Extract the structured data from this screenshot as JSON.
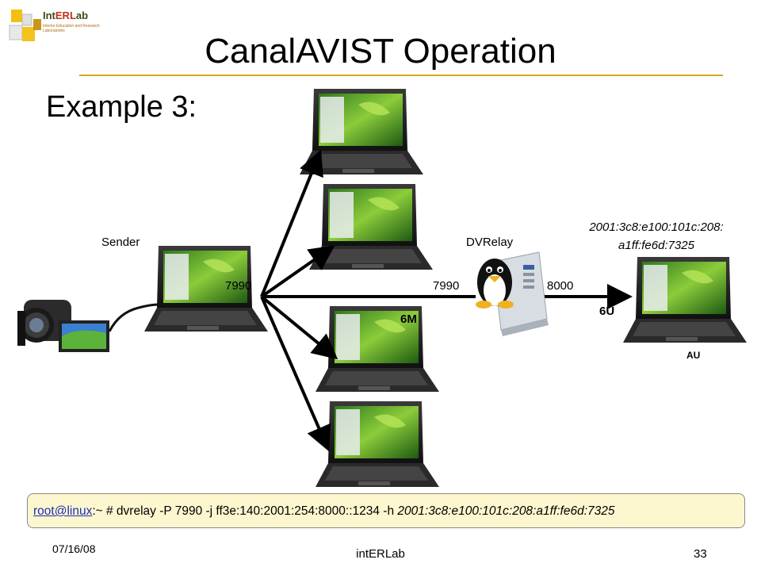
{
  "logo": {
    "brand_a": "Int",
    "brand_b": "ERL",
    "brand_c": "ab",
    "tagline": "Interior Education and Research Laboratories"
  },
  "title": "CanalAVIST Operation",
  "subtitle": "Example 3:",
  "diagram": {
    "sender_label": "Sender",
    "relay_label": "DVRelay",
    "port_sender": "7990",
    "port_relay_in": "7990",
    "port_relay_out": "8000",
    "multicast_label": "6M",
    "unicast_label": "6U",
    "receiver_address_line1": "2001:3c8:e100:101c:208:",
    "receiver_address_line2": "a1ff:fe6d:7325",
    "receiver_label": "AU"
  },
  "command": {
    "link": "root@linux",
    "middle": ":~ # dvrelay  -P 7990 -j ff3e:140:2001:254:8000::1234 -h ",
    "address": "2001:3c8:e100:101c:208:a1ff:fe6d:7325"
  },
  "footer": {
    "date": "07/16/08",
    "center": "intERLab",
    "page": "33"
  },
  "colors": {
    "accent_rule": "#d9a521",
    "command_bg": "#fdf7d0",
    "link": "#1a2fb8"
  }
}
